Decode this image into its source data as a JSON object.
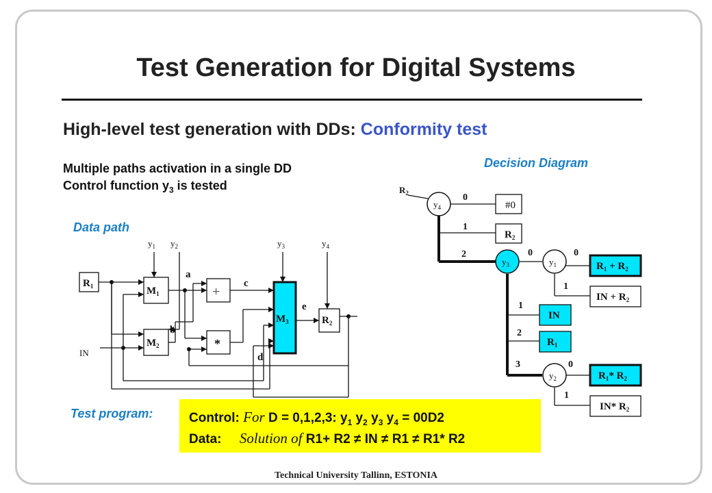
{
  "title": "Test Generation for Digital Systems",
  "subtitle": {
    "prefix": "High-level test generation with DDs: ",
    "accent": "Conformity test"
  },
  "notes": {
    "line1": "Multiple paths activation in a single DD",
    "line2_pre": "Control function y",
    "line2_sub": "3",
    "line2_post": " is tested"
  },
  "labels": {
    "decision_diagram": "Decision Diagram",
    "data_path": "Data path",
    "test_program": "Test program:"
  },
  "test_program": {
    "control_label": "Control:",
    "control_for": "For",
    "control_text": "D = 0,1,2,3:  y",
    "control_eq": "= 00D2",
    "data_label": "Data:",
    "data_solution": "Solution of",
    "data_expr": "R1+ R2 ≠ IN ≠ R1 ≠ R1* R2"
  },
  "footer": "Technical University Tallinn, ESTONIA",
  "colors": {
    "accent": "#3a55c8",
    "label_blue": "#1b7fc4",
    "node_cyan": "#00e5ff",
    "highlight": "#ffff00"
  },
  "data_path": {
    "inputs": [
      "R1",
      "IN"
    ],
    "controls": [
      "y1",
      "y2",
      "y3",
      "y4"
    ],
    "blocks": [
      "M1",
      "M2",
      "+",
      "*",
      "M3",
      "R2"
    ],
    "wires": [
      "a",
      "b",
      "c",
      "d",
      "e"
    ]
  },
  "decision_diagram": {
    "root": "R2",
    "nodes": [
      "y4",
      "y3",
      "y1",
      "y2"
    ],
    "terminals": [
      "#0",
      "R2",
      "R1 + R2",
      "IN + R2",
      "IN",
      "R1",
      "R1* R2",
      "IN* R2"
    ],
    "edge_labels": [
      "0",
      "1",
      "2",
      "0",
      "0",
      "1",
      "1",
      "2",
      "3",
      "0",
      "1"
    ]
  }
}
